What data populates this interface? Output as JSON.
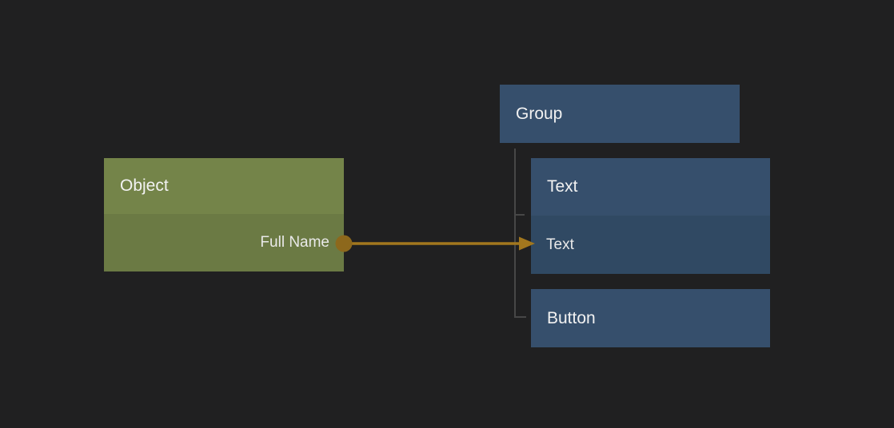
{
  "colors": {
    "background": "#202021",
    "blue-node": "#364f6c",
    "blue-row": "#304963",
    "green-header": "#748449",
    "green-row": "#6b7a44",
    "connector": "#474747",
    "wire": "#a2771e",
    "wire-dot": "#8d681c",
    "title-text": "#f2f2f2",
    "row-text": "#e9e9e9"
  },
  "nodes": {
    "group": {
      "title": "Group"
    },
    "object": {
      "title": "Object",
      "property": "Full Name"
    },
    "text": {
      "title": "Text",
      "property": "Text"
    },
    "button": {
      "title": "Button"
    }
  }
}
